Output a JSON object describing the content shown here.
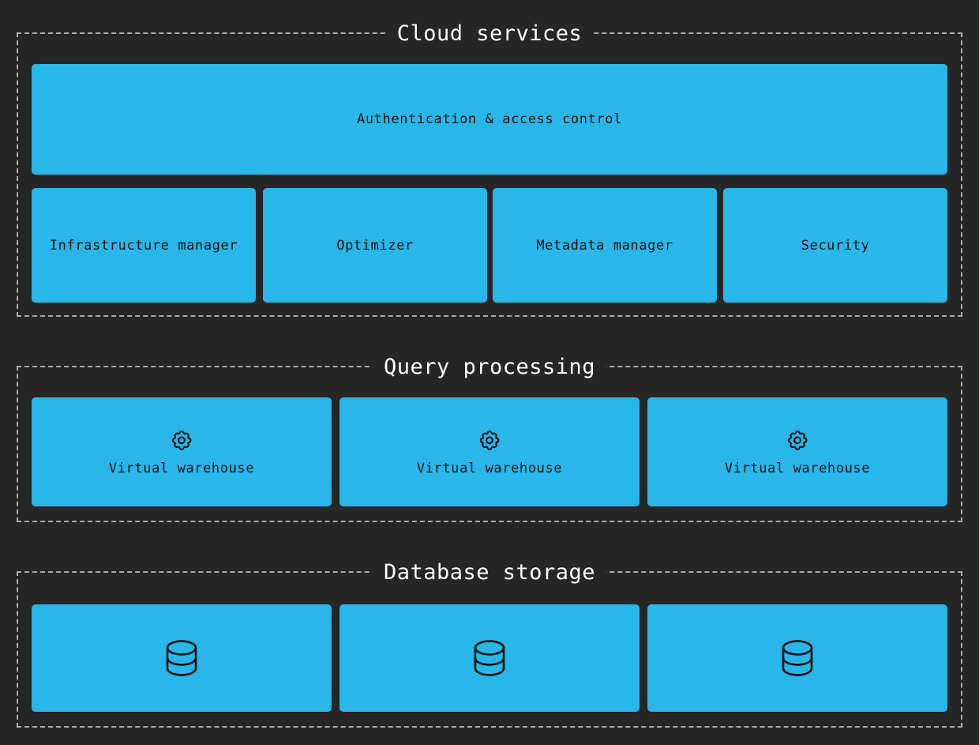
{
  "theme": {
    "background": "#262626",
    "node_fill": "#29b6e8",
    "node_text": "#111111",
    "group_border": "#a8a8a8",
    "group_title_text": "#ffffff",
    "icon_stroke": "#111111"
  },
  "sections": [
    {
      "key": "cloud_services",
      "title": "Cloud services",
      "rows": [
        {
          "key": "auth_row",
          "nodes": [
            {
              "label": "Authentication & access control",
              "icon": null
            }
          ]
        },
        {
          "key": "services_row",
          "nodes": [
            {
              "label": "Infrastructure manager",
              "icon": null
            },
            {
              "label": "Optimizer",
              "icon": null
            },
            {
              "label": "Metadata manager",
              "icon": null
            },
            {
              "label": "Security",
              "icon": null
            }
          ]
        }
      ]
    },
    {
      "key": "query_processing",
      "title": "Query processing",
      "rows": [
        {
          "key": "warehouses_row",
          "nodes": [
            {
              "label": "Virtual warehouse",
              "icon": "gear-icon"
            },
            {
              "label": "Virtual warehouse",
              "icon": "gear-icon"
            },
            {
              "label": "Virtual warehouse",
              "icon": "gear-icon"
            }
          ]
        }
      ]
    },
    {
      "key": "database_storage",
      "title": "Database storage",
      "rows": [
        {
          "key": "storage_row",
          "nodes": [
            {
              "label": "",
              "icon": "database-icon"
            },
            {
              "label": "",
              "icon": "database-icon"
            },
            {
              "label": "",
              "icon": "database-icon"
            }
          ]
        }
      ]
    }
  ]
}
